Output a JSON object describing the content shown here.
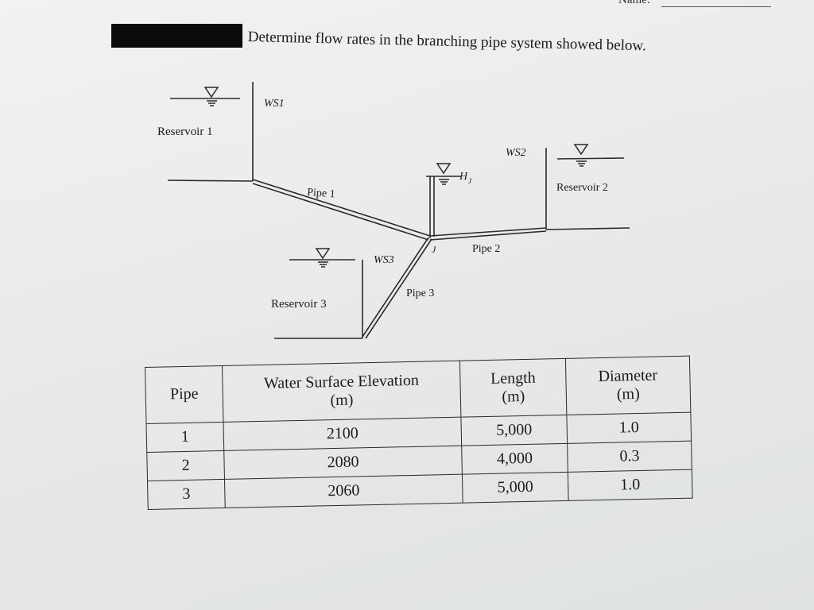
{
  "header": {
    "name_label": "Name:"
  },
  "problem": {
    "statement": "Determine flow rates in the branching pipe system showed below."
  },
  "diagram": {
    "reservoir1": "Reservoir 1",
    "reservoir2": "Reservoir 2",
    "reservoir3": "Reservoir 3",
    "ws1": "WS1",
    "ws2": "WS2",
    "ws3": "WS3",
    "junction_head": "H",
    "junction_head_sub": "J",
    "junction": "J",
    "pipe1": "Pipe 1",
    "pipe2": "Pipe 2",
    "pipe3": "Pipe 3"
  },
  "table": {
    "headers": {
      "pipe": "Pipe",
      "wse": "Water Surface Elevation",
      "wse_unit": "(m)",
      "length": "Length",
      "length_unit": "(m)",
      "diameter": "Diameter",
      "diameter_unit": "(m)"
    },
    "rows": [
      {
        "pipe": "1",
        "wse": "2100",
        "length": "5,000",
        "diameter": "1.0"
      },
      {
        "pipe": "2",
        "wse": "2080",
        "length": "4,000",
        "diameter": "0.3"
      },
      {
        "pipe": "3",
        "wse": "2060",
        "length": "5,000",
        "diameter": "1.0"
      }
    ]
  }
}
